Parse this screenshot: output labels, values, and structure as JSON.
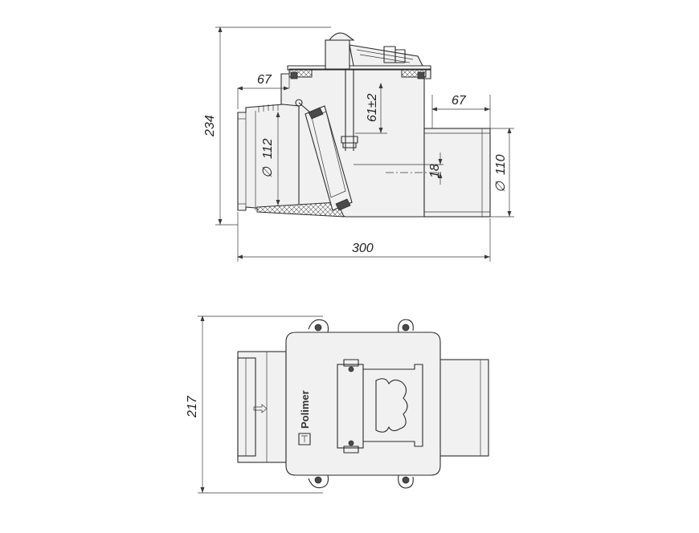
{
  "drawing": {
    "side_view": {
      "dim_height": "234",
      "dim_inlet_length": "67",
      "dim_outlet_length": "67",
      "dim_flap_travel": "61±2",
      "dim_offset": "18",
      "dim_inlet_diameter": "112",
      "dim_outlet_diameter": "110",
      "dim_total_length": "300"
    },
    "top_view": {
      "dim_width": "217",
      "brand": "Polimer"
    }
  }
}
